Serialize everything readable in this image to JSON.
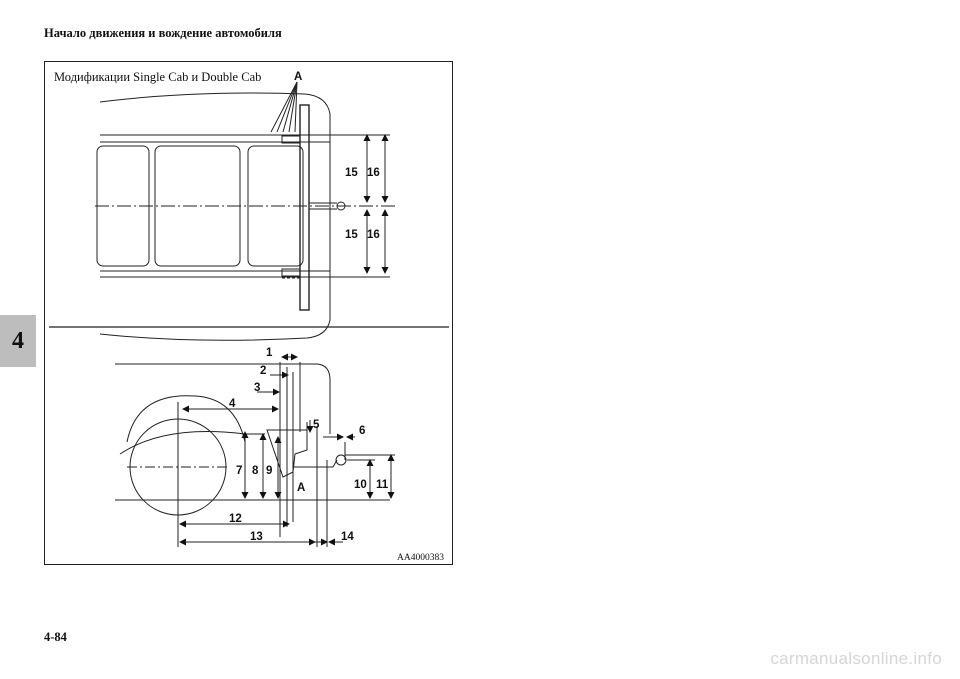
{
  "header": {
    "title": "Начало движения и вождение автомобиля"
  },
  "chapter_tab": {
    "number": "4"
  },
  "figure": {
    "caption": "Модификации Single Cab и Double Cab",
    "code": "AA4000383",
    "labels": {
      "top_a": "A",
      "bottom_a": "A",
      "l1": "1",
      "l2": "2",
      "l3": "3",
      "l4": "4",
      "l5": "5",
      "l6": "6",
      "l7": "7",
      "l8": "8",
      "l9": "9",
      "l10": "10",
      "l11": "11",
      "l12": "12",
      "l13": "13",
      "l14": "14",
      "l15_top": "15",
      "l16_top": "16",
      "l15_bottom": "15",
      "l16_bottom": "16"
    }
  },
  "footer": {
    "page_number": "4-84"
  },
  "watermark": {
    "text": "carmanualsonline.info"
  }
}
